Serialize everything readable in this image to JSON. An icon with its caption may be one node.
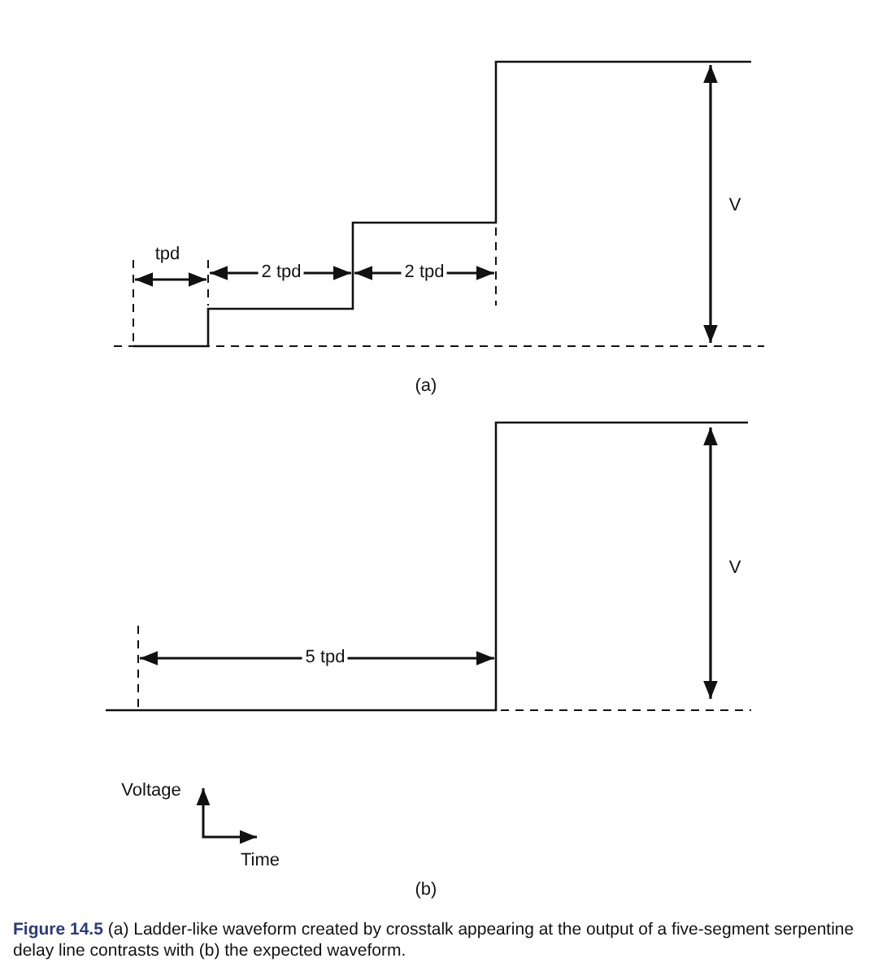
{
  "diagram": {
    "caption": "**Figure 14.5**  (a) Ladder-like waveform created by crosstalk appearing at the output of a five-segment serpentine delay line contrasts with (b) the expected waveform.",
    "labels": [
      "tpd",
      "2 tpd",
      "2 tpd",
      "V",
      "(a)",
      "5 tpd",
      "V",
      "Voltage",
      "Time",
      "(b)"
    ]
  }
}
